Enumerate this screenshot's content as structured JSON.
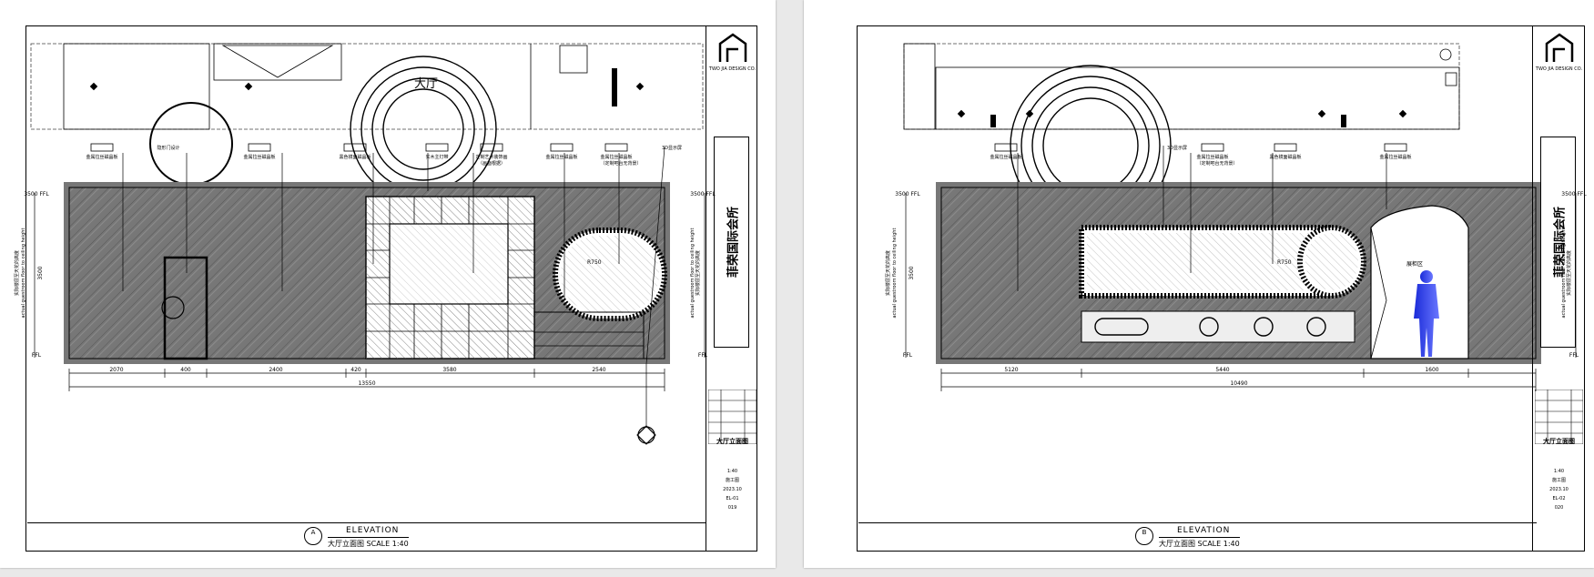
{
  "sheets": [
    {
      "room_label": "大厅",
      "tags": [
        "金属拉丝磁晶板",
        "隐形门设计",
        "金属拉丝磁晶板",
        "黑色镜面磁晶板",
        "实木主灯带",
        "定制艺术装饰画",
        "金属拉丝磁晶板",
        "金属拉丝磁晶板",
        "3D显示屏"
      ],
      "tag_sub": [
        "",
        "",
        "",
        "",
        "",
        "（画面根据）",
        "",
        "（定制吧台无背景）",
        ""
      ],
      "dims": [
        "2070",
        "400",
        "2400",
        "420",
        "3580",
        "2540"
      ],
      "total": "13550",
      "radius": "R750",
      "height": "3500",
      "level_top": "3500 FFL",
      "level_bot": "FFL",
      "side_text": "actual guestroom floor to ceiling height",
      "side_cn": "实际楼层至天花的高度",
      "caption_letter": "A",
      "caption_en": "ELEVATION",
      "caption_cn": "大厅立面图  SCALE 1:40",
      "project": "菲荣国际会所",
      "company": "TWO JIA DESIGN CO.",
      "drawing_name": "大厅立面图",
      "scale": "1:40",
      "stage": "施工图",
      "date": "2023.10",
      "number": "EL-01",
      "page": "019"
    },
    {
      "tags": [
        "金属拉丝磁晶板",
        "3D显示屏",
        "金属拉丝磁晶板",
        "黑色镜面磁晶板",
        "金属拉丝磁晶板"
      ],
      "tag_sub": [
        "",
        "",
        "（定制吧台无背景）",
        "",
        ""
      ],
      "dims": [
        "5120",
        "5440",
        "1600"
      ],
      "total": "10490",
      "radius": "R750",
      "height": "3500",
      "niche_label": "展柜区",
      "level_top": "3500 FFL",
      "level_bot": "FFL",
      "side_text": "actual guestroom floor to ceiling height",
      "side_cn": "实际楼层至天花的高度",
      "caption_letter": "B",
      "caption_en": "ELEVATION",
      "caption_cn": "大厅立面图  SCALE 1:40",
      "project": "菲荣国际会所",
      "company": "TWO JIA DESIGN CO.",
      "drawing_name": "大厅立面图",
      "scale": "1:40",
      "stage": "施工图",
      "date": "2023.10",
      "number": "EL-02",
      "page": "020"
    }
  ]
}
